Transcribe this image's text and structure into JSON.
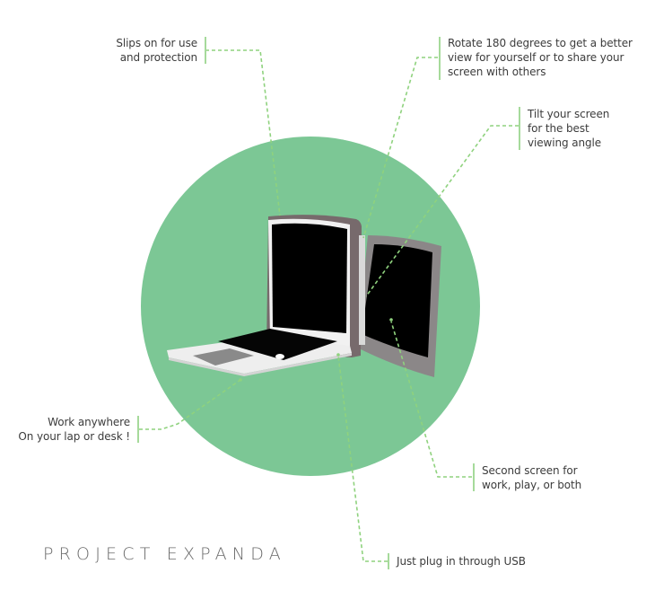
{
  "title": "PROJECT EXPANDA",
  "colors": {
    "circle": "#7cc795",
    "leader": "#8fd27e",
    "label_bar": "#a6da9b",
    "text": "#3c3c3c",
    "laptop_body": "#f1f1f1",
    "laptop_case": "#776a6c",
    "second_screen_frame": "#8b8788",
    "screen": "#000000",
    "trackpad": "#8a8a8a"
  },
  "callouts": [
    {
      "id": "slips-on",
      "lines": [
        "Slips on for use",
        "and protection"
      ]
    },
    {
      "id": "rotate",
      "lines": [
        "Rotate 180 degrees to get a better",
        "view for yourself or to share your",
        "screen with others"
      ]
    },
    {
      "id": "tilt",
      "lines": [
        "Tilt your screen",
        "for the best",
        "viewing angle"
      ]
    },
    {
      "id": "work-anywhere",
      "lines": [
        "Work anywhere",
        "On your lap or desk !"
      ]
    },
    {
      "id": "second-screen",
      "lines": [
        "Second screen for",
        "work, play, or both"
      ]
    },
    {
      "id": "usb",
      "lines": [
        "Just plug in through USB"
      ]
    }
  ],
  "illustration": {
    "items": [
      "laptop",
      "slip-on case",
      "second screen"
    ]
  }
}
